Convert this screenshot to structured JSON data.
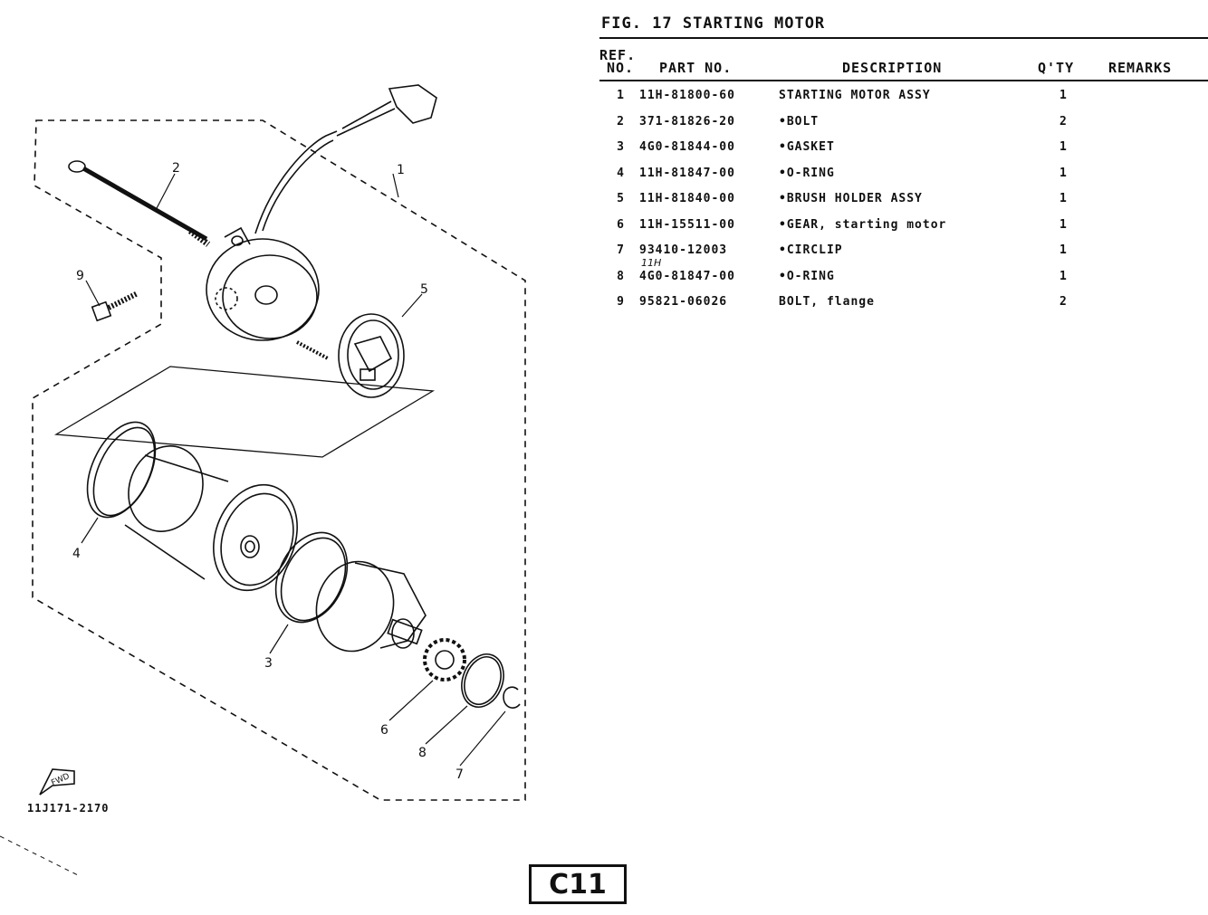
{
  "figure": {
    "title": "FIG. 17  STARTING MOTOR",
    "diagram_code": "11J171-2170",
    "front_marker": "FWD",
    "part_labels": [
      "1",
      "2",
      "3",
      "4",
      "5",
      "6",
      "7",
      "8",
      "9"
    ]
  },
  "table": {
    "headers": {
      "ref_line1": "REF.",
      "ref_line2": "NO.",
      "part_no": "PART NO.",
      "description": "DESCRIPTION",
      "qty": "Q'TY",
      "remarks": "REMARKS"
    },
    "rows": [
      {
        "ref": "1",
        "part_no": "11H-81800-60",
        "description": "STARTING MOTOR ASSY",
        "qty": "1",
        "remarks": ""
      },
      {
        "ref": "2",
        "part_no": "371-81826-20",
        "description": "•BOLT",
        "qty": "2",
        "remarks": ""
      },
      {
        "ref": "3",
        "part_no": "4G0-81844-00",
        "description": "•GASKET",
        "qty": "1",
        "remarks": ""
      },
      {
        "ref": "4",
        "part_no": "11H-81847-00",
        "description": "•O-RING",
        "qty": "1",
        "remarks": ""
      },
      {
        "ref": "5",
        "part_no": "11H-81840-00",
        "description": "•BRUSH HOLDER ASSY",
        "qty": "1",
        "remarks": ""
      },
      {
        "ref": "6",
        "part_no": "11H-15511-00",
        "description": "•GEAR, starting motor",
        "qty": "1",
        "remarks": ""
      },
      {
        "ref": "7",
        "part_no": "93410-12003",
        "description": "•CIRCLIP",
        "qty": "1",
        "remarks": ""
      },
      {
        "ref": "8",
        "part_no": "4G0-81847-00",
        "description": "•O-RING",
        "qty": "1",
        "remarks": ""
      },
      {
        "ref": "9",
        "part_no": "95821-06026",
        "description": "BOLT, flange",
        "qty": "2",
        "remarks": ""
      }
    ],
    "handwritten_note_row8": "11H"
  },
  "page": {
    "badge": "C11"
  }
}
